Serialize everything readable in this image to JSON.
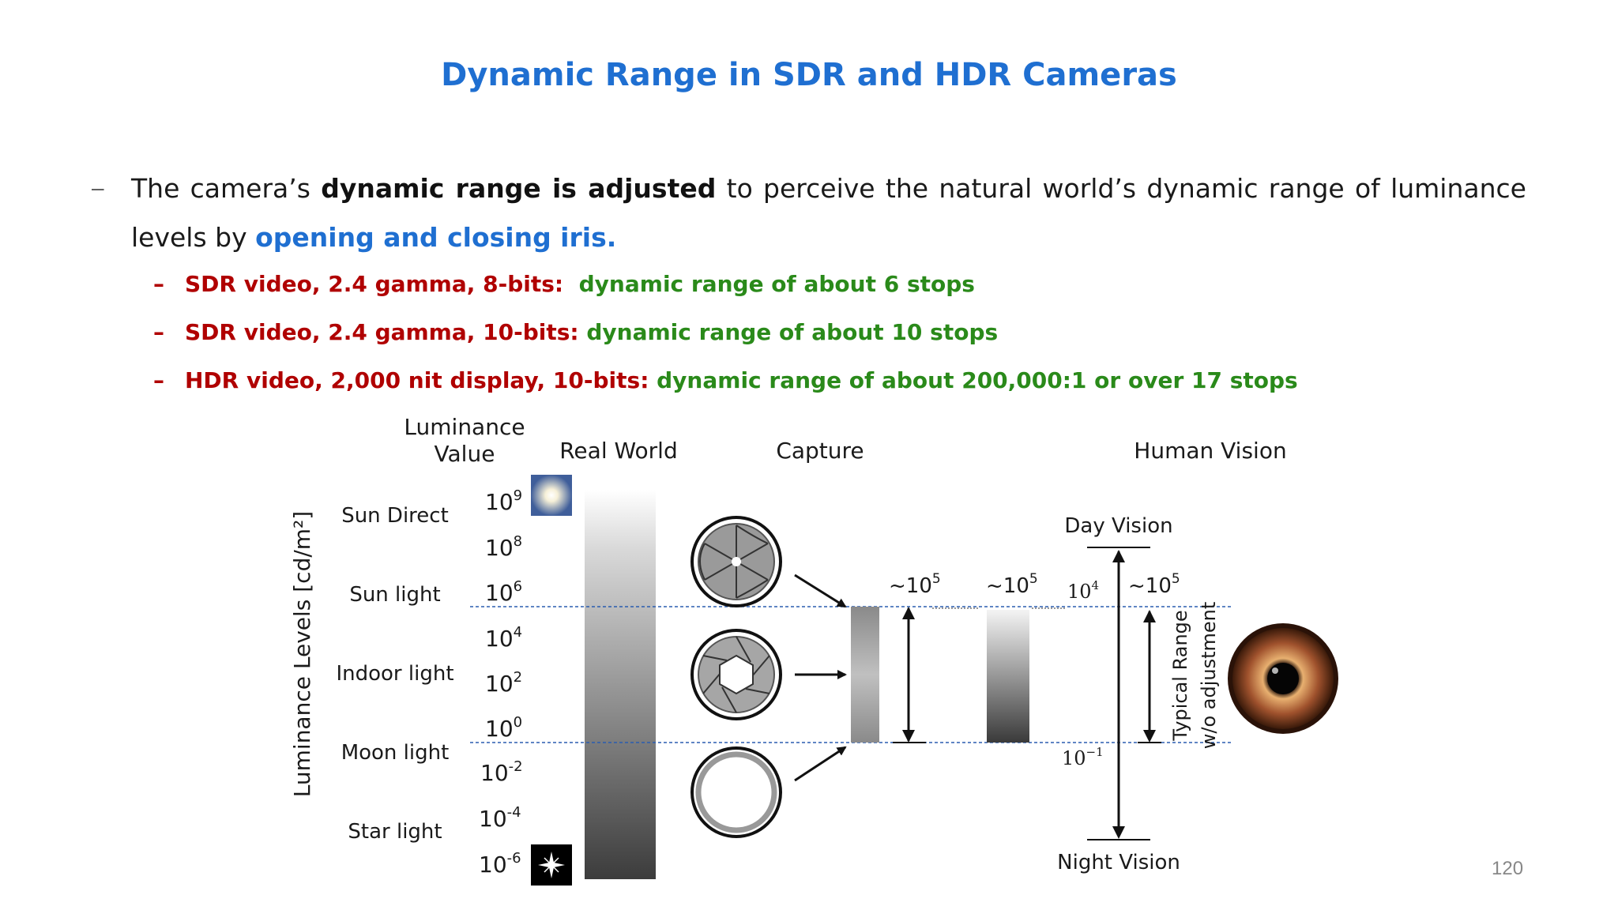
{
  "title": "Dynamic Range in SDR and HDR Cameras",
  "main_bullet": {
    "dash": "–",
    "text_1": "The camera’s ",
    "bold": "dynamic range is adjusted",
    "text_2": " to perceive the natural world’s dynamic range of luminance levels by ",
    "blue": "opening and closing iris."
  },
  "sub_bullets": [
    {
      "dash": "–",
      "red": "SDR video, 2.4 gamma, 8-bits:",
      "green": "dynamic range of about 6 stops"
    },
    {
      "dash": "–",
      "red": "SDR video, 2.4 gamma, 10-bits:",
      "green": "dynamic range of about 10 stops"
    },
    {
      "dash": "–",
      "red": "HDR video, 2,000 nit display, 10-bits:",
      "green": "dynamic range of about 200,000:1 or over 17 stops"
    }
  ],
  "figure": {
    "headers": {
      "luminance_value_1": "Luminance",
      "luminance_value_2": "Value",
      "real_world": "Real World",
      "capture": "Capture",
      "human_vision": "Human Vision"
    },
    "y_axis_label": "Luminance Levels [cd/m²]",
    "light_levels": [
      "Sun Direct",
      "Sun light",
      "Indoor light",
      "Moon light",
      "Star light"
    ],
    "luminance_values": [
      {
        "base": "10",
        "exp": "9"
      },
      {
        "base": "10",
        "exp": "8"
      },
      {
        "base": "10",
        "exp": "6"
      },
      {
        "base": "10",
        "exp": "4"
      },
      {
        "base": "10",
        "exp": "2"
      },
      {
        "base": "10",
        "exp": "0"
      },
      {
        "base": "10",
        "exp": "-2"
      },
      {
        "base": "10",
        "exp": "-4"
      },
      {
        "base": "10",
        "exp": "-6"
      }
    ],
    "capture_range_1": {
      "base": "~10",
      "exp": "5"
    },
    "capture_range_2": {
      "base": "~10",
      "exp": "5"
    },
    "human_upper": {
      "base": "10",
      "exp": "4"
    },
    "human_lower": {
      "base": "10",
      "exp": "−1"
    },
    "human_range": {
      "base": "~10",
      "exp": "5"
    },
    "day_vision": "Day Vision",
    "night_vision": "Night Vision",
    "typical_range_1": "Typical Range",
    "typical_range_2": "w/o adjustment"
  },
  "page_number": "120",
  "colors": {
    "title_blue": "#1f6fd1",
    "red": "#b00000",
    "green": "#2a8a1a",
    "guide_line": "#2a5db0"
  }
}
